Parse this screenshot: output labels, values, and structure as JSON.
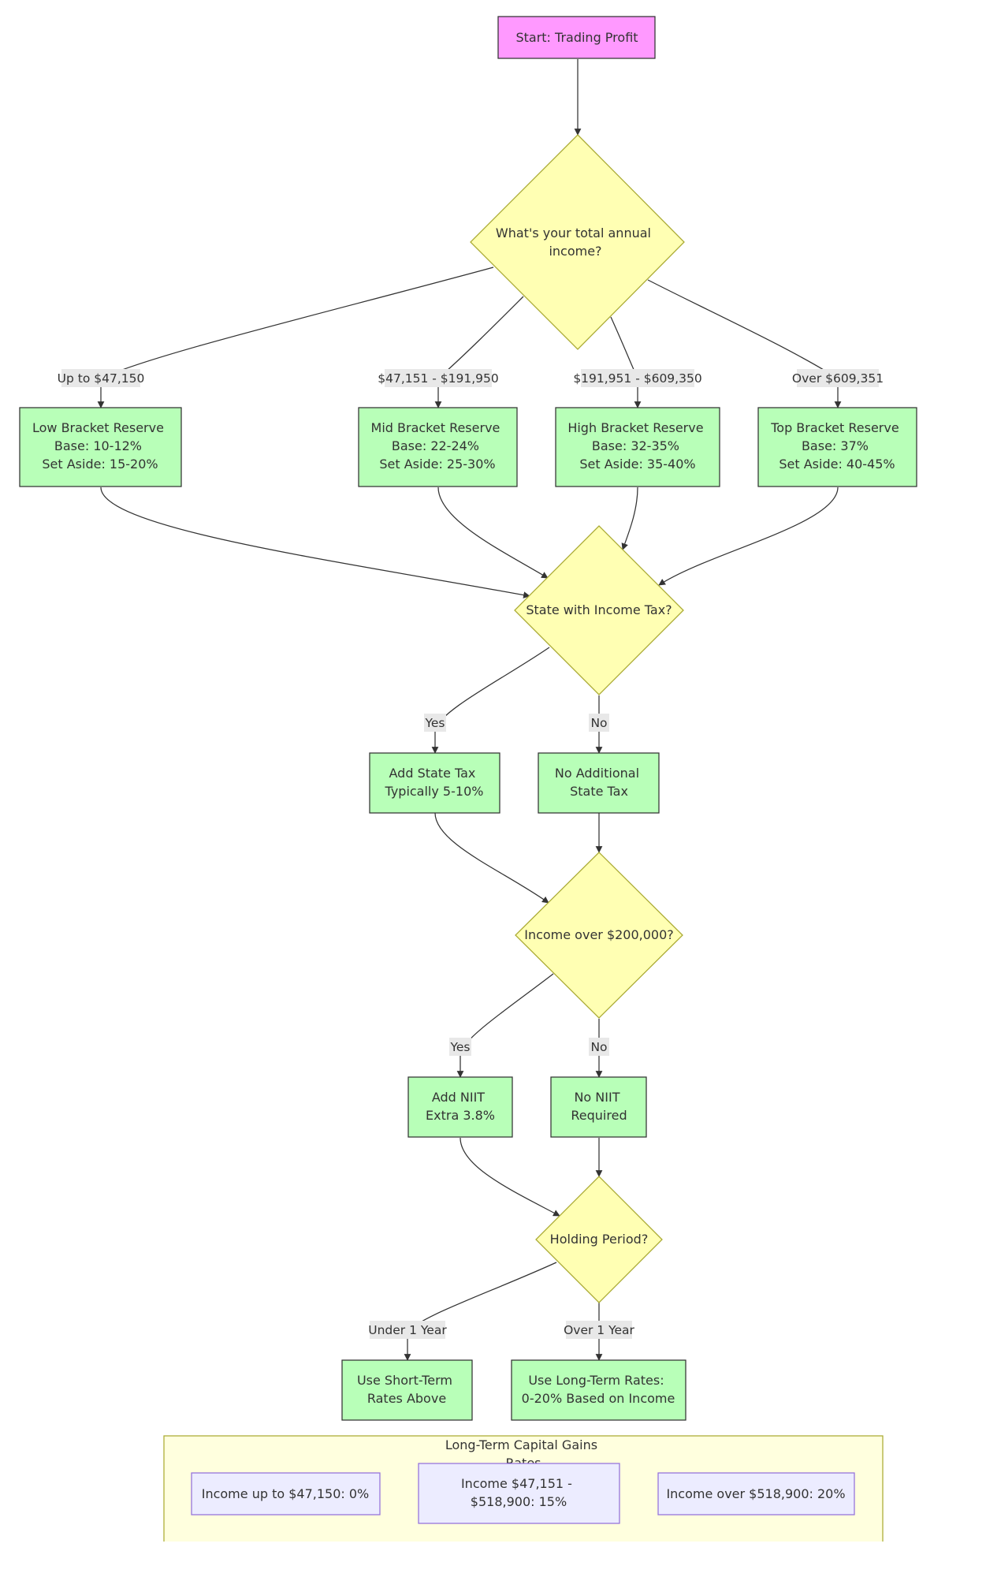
{
  "colors": {
    "start_fill": "#ff99ff",
    "decision_fill": "#ffffb3",
    "process_fill": "#b8ffb8",
    "rate_fill": "#ececff",
    "subgraph_fill": "#ffffde",
    "edge_label_bg": "#e8e8e8",
    "stroke": "#333333"
  },
  "nodes": {
    "start": [
      "Start: Trading Profit"
    ],
    "income_decision": [
      "What's your total annual",
      "income?"
    ],
    "low": [
      "Low Bracket Reserve",
      "Base: 10-12%",
      "Set Aside: 15-20%"
    ],
    "mid": [
      "Mid Bracket Reserve",
      "Base: 22-24%",
      "Set Aside: 25-30%"
    ],
    "high": [
      "High Bracket Reserve",
      "Base: 32-35%",
      "Set Aside: 35-40%"
    ],
    "top": [
      "Top Bracket Reserve",
      "Base: 37%",
      "Set Aside: 40-45%"
    ],
    "state_decision": [
      "State with Income Tax?"
    ],
    "add_state": [
      "Add State Tax",
      "Typically 5-10%"
    ],
    "no_state": [
      "No Additional",
      "State Tax"
    ],
    "niit_decision": [
      "Income over $200,000?"
    ],
    "add_niit": [
      "Add NIIT",
      "Extra 3.8%"
    ],
    "no_niit": [
      "No NIIT",
      "Required"
    ],
    "holding_decision": [
      "Holding Period?"
    ],
    "short_term": [
      "Use Short-Term",
      "Rates Above"
    ],
    "long_term": [
      "Use Long-Term Rates:",
      "0-20% Based on Income"
    ],
    "rate_0": [
      "Income up to $47,150: 0%"
    ],
    "rate_15": [
      "Income $47,151 -",
      "$518,900: 15%"
    ],
    "rate_20": [
      "Income over $518,900: 20%"
    ]
  },
  "subgraph": {
    "title": [
      "Long-Term Capital Gains",
      "Rates"
    ]
  },
  "edge_labels": {
    "up_to_47150": "Up to $47,150",
    "range_47151_191950": "$47,151 - $191,950",
    "range_191951_609350": "$191,951 - $609,350",
    "over_609351": "Over $609,351",
    "state_yes": "Yes",
    "state_no": "No",
    "niit_yes": "Yes",
    "niit_no": "No",
    "under_1_year": "Under 1 Year",
    "over_1_year": "Over 1 Year"
  }
}
